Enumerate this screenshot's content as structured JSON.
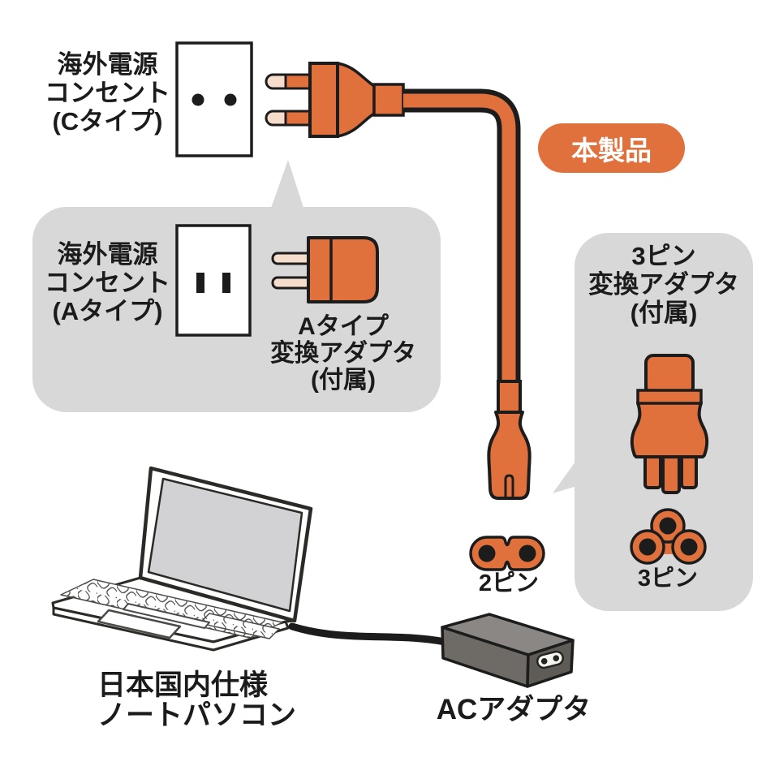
{
  "badge": {
    "text": "本製品",
    "bg": "#E0713C",
    "fg": "#FFFFFF"
  },
  "labels": {
    "outlet_c": [
      "海外電源",
      "コンセント",
      "(Cタイプ)"
    ],
    "outlet_a": [
      "海外電源",
      "コンセント",
      "(Aタイプ)"
    ],
    "adapter_a": [
      "Aタイプ",
      "変換アダプタ",
      "(付属)"
    ],
    "adapter_3pin": [
      "3ピン",
      "変換アダプタ",
      "(付属)"
    ],
    "pin2": "2ピン",
    "pin3": "3ピン",
    "laptop": [
      "日本国内仕様",
      "ノートパソコン"
    ],
    "ac_adapter": "ACアダプタ"
  },
  "colors": {
    "orange": "#E0713C",
    "pale_pin": "#F5DCCB",
    "gray_box": "#D8D8D8",
    "outline": "#1c1c1c",
    "screen_gray": "#D2D2D4",
    "ac_adapter_top": "#8B8784",
    "ac_adapter_front": "#6E6A66",
    "ac_adapter_side": "#5F5C57"
  }
}
